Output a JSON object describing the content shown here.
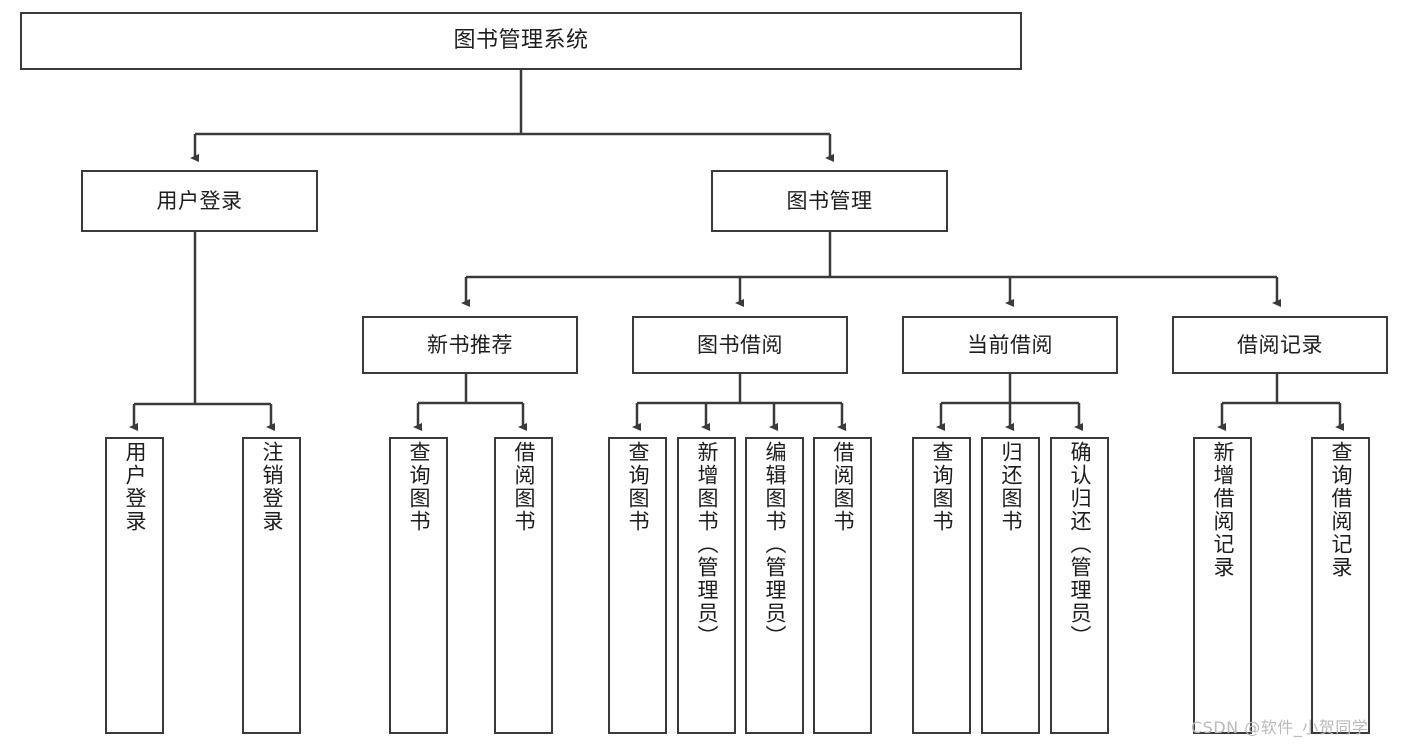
{
  "diagram": {
    "type": "hierarchy-tree",
    "title": "图书管理系统",
    "watermark": "CSDN @软件_小贺同学",
    "colors": {
      "box_border": "#3a3a3a",
      "box_fill": "#ffffff",
      "line": "#3a3a3a",
      "text": "#1d1d1d",
      "watermark": "#b9b9b9"
    },
    "nodes": {
      "root": {
        "label": "图书管理系统",
        "orientation": "horizontal",
        "level": 1
      },
      "l2": [
        {
          "id": "user-login",
          "label": "用户登录",
          "orientation": "horizontal",
          "level": 2
        },
        {
          "id": "book-manage",
          "label": "图书管理",
          "orientation": "horizontal",
          "level": 2
        }
      ],
      "l3": [
        {
          "id": "new-book-recommend",
          "label": "新书推荐",
          "orientation": "horizontal",
          "level": 3,
          "parent": "book-manage"
        },
        {
          "id": "book-borrow",
          "label": "图书借阅",
          "orientation": "horizontal",
          "level": 3,
          "parent": "book-manage"
        },
        {
          "id": "current-borrow",
          "label": "当前借阅",
          "orientation": "horizontal",
          "level": 3,
          "parent": "book-manage"
        },
        {
          "id": "borrow-record",
          "label": "借阅记录",
          "orientation": "horizontal",
          "level": 3,
          "parent": "book-manage"
        }
      ],
      "leaves": [
        {
          "id": "leaf-user-login",
          "label": "用户登录",
          "orientation": "vertical",
          "parent": "user-login"
        },
        {
          "id": "leaf-logout-login",
          "label": "注销登录",
          "orientation": "vertical",
          "parent": "user-login"
        },
        {
          "id": "leaf-query-book-1",
          "label": "查询图书",
          "orientation": "vertical",
          "parent": "new-book-recommend"
        },
        {
          "id": "leaf-borrow-book-1",
          "label": "借阅图书",
          "orientation": "vertical",
          "parent": "new-book-recommend"
        },
        {
          "id": "leaf-query-book-2",
          "label": "查询图书",
          "orientation": "vertical",
          "parent": "book-borrow"
        },
        {
          "id": "leaf-add-book-admin",
          "label": "新增图书（管理员）",
          "orientation": "vertical",
          "parent": "book-borrow"
        },
        {
          "id": "leaf-edit-book-admin",
          "label": "编辑图书（管理员）",
          "orientation": "vertical",
          "parent": "book-borrow"
        },
        {
          "id": "leaf-borrow-book-2",
          "label": "借阅图书",
          "orientation": "vertical",
          "parent": "book-borrow"
        },
        {
          "id": "leaf-query-book-3",
          "label": "查询图书",
          "orientation": "vertical",
          "parent": "current-borrow"
        },
        {
          "id": "leaf-return-book",
          "label": "归还图书",
          "orientation": "vertical",
          "parent": "current-borrow"
        },
        {
          "id": "leaf-confirm-return-admin",
          "label": "确认归还（管理员）",
          "orientation": "vertical",
          "parent": "current-borrow"
        },
        {
          "id": "leaf-add-borrow-record",
          "label": "新增借阅记录",
          "orientation": "vertical",
          "parent": "borrow-record"
        },
        {
          "id": "leaf-query-borrow-record",
          "label": "查询借阅记录",
          "orientation": "vertical",
          "parent": "borrow-record"
        }
      ]
    }
  }
}
